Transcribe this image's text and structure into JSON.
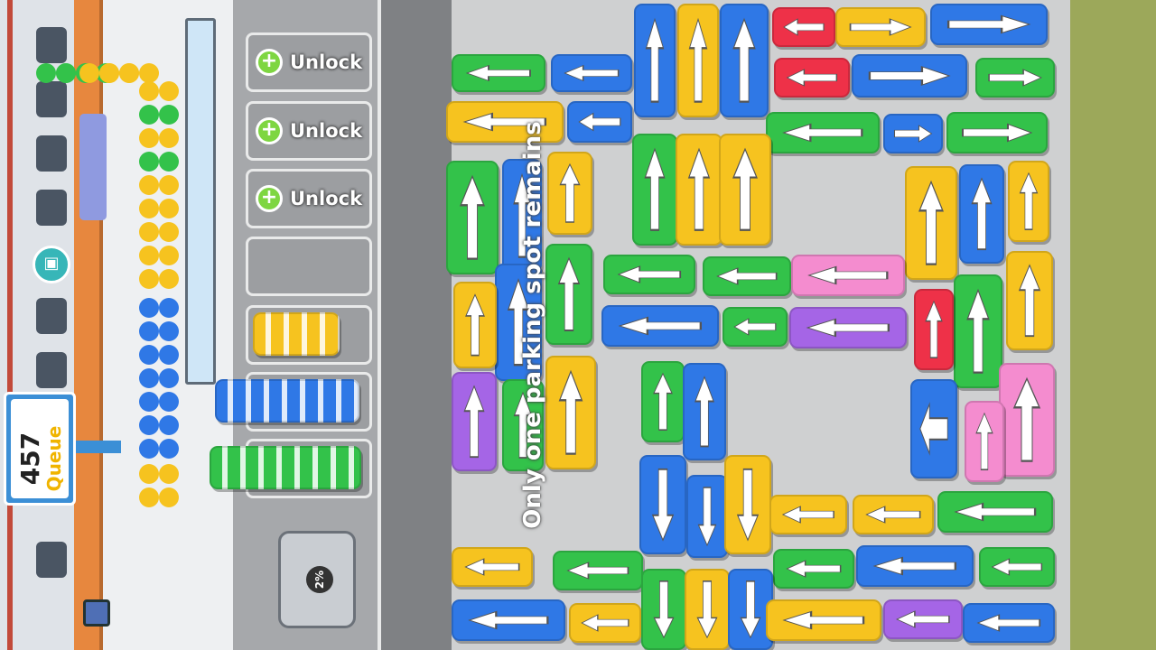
{
  "slots": [
    {
      "kind": "unlock",
      "label": "Unlock",
      "icon": "plus-icon"
    },
    {
      "kind": "unlock",
      "label": "Unlock",
      "icon": "plus-icon"
    },
    {
      "kind": "unlock",
      "label": "Unlock",
      "icon": "plus-icon"
    },
    {
      "kind": "empty"
    }
  ],
  "queue": {
    "count": "457",
    "label": "Queue"
  },
  "hint": "Only one parking spot remains",
  "loader": {
    "progress_text": "2%",
    "progress": 0.02
  },
  "colors": {
    "red": "#ee3148",
    "yellow": "#f6c31f",
    "blue": "#2f78e6",
    "green": "#33c24a",
    "pink": "#f48ccf",
    "purple": "#a565e6"
  },
  "parked_vehicles": [
    {
      "color": "yellow",
      "type": "car"
    },
    {
      "color": "blue",
      "type": "bus"
    },
    {
      "color": "green",
      "type": "bus"
    }
  ],
  "vehicles": [
    {
      "color": "red",
      "dir": "left"
    },
    {
      "color": "yellow",
      "dir": "right"
    },
    {
      "color": "blue",
      "dir": "right"
    },
    {
      "color": "blue",
      "dir": "up"
    },
    {
      "color": "yellow",
      "dir": "up"
    },
    {
      "color": "blue",
      "dir": "up"
    },
    {
      "color": "red",
      "dir": "left"
    },
    {
      "color": "blue",
      "dir": "right"
    },
    {
      "color": "green",
      "dir": "right"
    },
    {
      "color": "green",
      "dir": "left"
    },
    {
      "color": "blue",
      "dir": "left"
    },
    {
      "color": "yellow",
      "dir": "left"
    },
    {
      "color": "blue",
      "dir": "left"
    },
    {
      "color": "green",
      "dir": "left"
    },
    {
      "color": "blue",
      "dir": "right"
    },
    {
      "color": "green",
      "dir": "right"
    },
    {
      "color": "green",
      "dir": "up"
    },
    {
      "color": "yellow",
      "dir": "up"
    },
    {
      "color": "yellow",
      "dir": "up"
    },
    {
      "color": "green",
      "dir": "up"
    },
    {
      "color": "blue",
      "dir": "up"
    },
    {
      "color": "yellow",
      "dir": "up"
    },
    {
      "color": "yellow",
      "dir": "up"
    },
    {
      "color": "blue",
      "dir": "up"
    },
    {
      "color": "yellow",
      "dir": "up"
    },
    {
      "color": "green",
      "dir": "up"
    },
    {
      "color": "green",
      "dir": "left"
    },
    {
      "color": "green",
      "dir": "left"
    },
    {
      "color": "pink",
      "dir": "left"
    },
    {
      "color": "yellow",
      "dir": "up"
    },
    {
      "color": "green",
      "dir": "up"
    },
    {
      "color": "blue",
      "dir": "up"
    },
    {
      "color": "blue",
      "dir": "left"
    },
    {
      "color": "green",
      "dir": "left"
    },
    {
      "color": "purple",
      "dir": "left"
    },
    {
      "color": "red",
      "dir": "up"
    },
    {
      "color": "purple",
      "dir": "up"
    },
    {
      "color": "yellow",
      "dir": "up"
    },
    {
      "color": "green",
      "dir": "up"
    },
    {
      "color": "yellow",
      "dir": "up"
    },
    {
      "color": "green",
      "dir": "up"
    },
    {
      "color": "blue",
      "dir": "up"
    },
    {
      "color": "pink",
      "dir": "up"
    },
    {
      "color": "pink",
      "dir": "up"
    },
    {
      "color": "blue",
      "dir": "left"
    },
    {
      "color": "blue",
      "dir": "down"
    },
    {
      "color": "blue",
      "dir": "down"
    },
    {
      "color": "yellow",
      "dir": "down"
    },
    {
      "color": "yellow",
      "dir": "left"
    },
    {
      "color": "yellow",
      "dir": "left"
    },
    {
      "color": "green",
      "dir": "left"
    },
    {
      "color": "yellow",
      "dir": "left"
    },
    {
      "color": "green",
      "dir": "left"
    },
    {
      "color": "green",
      "dir": "left"
    },
    {
      "color": "blue",
      "dir": "left"
    },
    {
      "color": "green",
      "dir": "left"
    },
    {
      "color": "blue",
      "dir": "left"
    },
    {
      "color": "yellow",
      "dir": "left"
    },
    {
      "color": "green",
      "dir": "down"
    },
    {
      "color": "yellow",
      "dir": "down"
    },
    {
      "color": "blue",
      "dir": "down"
    },
    {
      "color": "yellow",
      "dir": "left"
    },
    {
      "color": "purple",
      "dir": "left"
    },
    {
      "color": "blue",
      "dir": "left"
    }
  ]
}
